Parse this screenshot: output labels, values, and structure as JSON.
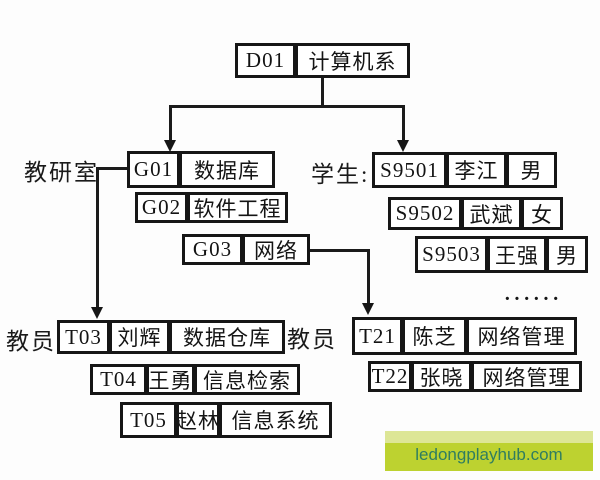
{
  "diagram": {
    "root": {
      "id": "D01",
      "name": "计算机系"
    },
    "labels": {
      "offices": "教研室",
      "students": "学生:",
      "teachers_left": "教员",
      "teachers_right": "教员",
      "ellipsis": "······"
    },
    "offices": [
      {
        "id": "G01",
        "name": "数据库"
      },
      {
        "id": "G02",
        "name": "软件工程"
      },
      {
        "id": "G03",
        "name": "网络"
      }
    ],
    "students": [
      {
        "id": "S9501",
        "name": "李江",
        "gender": "男"
      },
      {
        "id": "S9502",
        "name": "武斌",
        "gender": "女"
      },
      {
        "id": "S9503",
        "name": "王强",
        "gender": "男"
      }
    ],
    "teachers_db": [
      {
        "id": "T03",
        "name": "刘辉",
        "course": "数据仓库"
      },
      {
        "id": "T04",
        "name": "王勇",
        "course": "信息检索"
      },
      {
        "id": "T05",
        "name": "赵林",
        "course": "信息系统"
      }
    ],
    "teachers_net": [
      {
        "id": "T21",
        "name": "陈芝",
        "course": "网络管理"
      },
      {
        "id": "T22",
        "name": "张晓",
        "course": "网络管理"
      }
    ]
  },
  "watermark": {
    "text": "ledongplayhub.com"
  },
  "colors": {
    "line": "#1b1b1b",
    "watermark_band": "#bdd230",
    "watermark_strip": "#dde696",
    "watermark_text": "#2f7d60"
  }
}
